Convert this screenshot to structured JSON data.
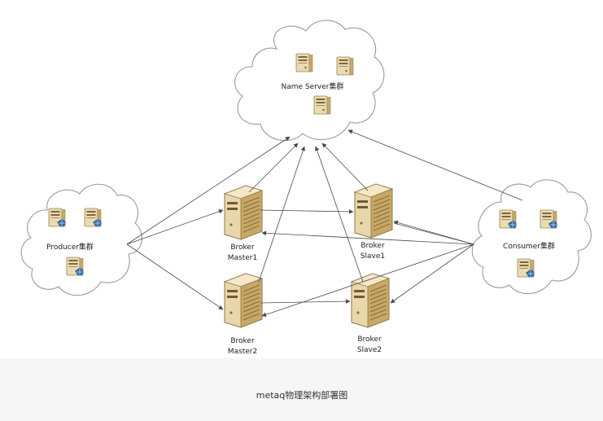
{
  "diagram": {
    "caption": "metaq物理架构部署图",
    "nodes": {
      "nameserver_cluster": "Name Server集群",
      "producer_cluster": "Producer集群",
      "consumer_cluster": "Consumer集群",
      "broker_master1": [
        "Broker",
        "Master1"
      ],
      "broker_slave1": [
        "Broker",
        "Slave1"
      ],
      "broker_master2": [
        "Broker",
        "Master2"
      ],
      "broker_slave2": [
        "Broker",
        "Slave2"
      ]
    },
    "icons": {
      "small_server": "server-icon",
      "small_server_globe": "server-globe-icon",
      "big_server": "broker-server-icon"
    },
    "colors": {
      "server_body": "#e8d6a8",
      "server_shadow": "#b89a5c",
      "globe": "#2f6fb5",
      "arrow": "#4a4a4a",
      "cloud_stroke": "#9a9a9a"
    }
  }
}
